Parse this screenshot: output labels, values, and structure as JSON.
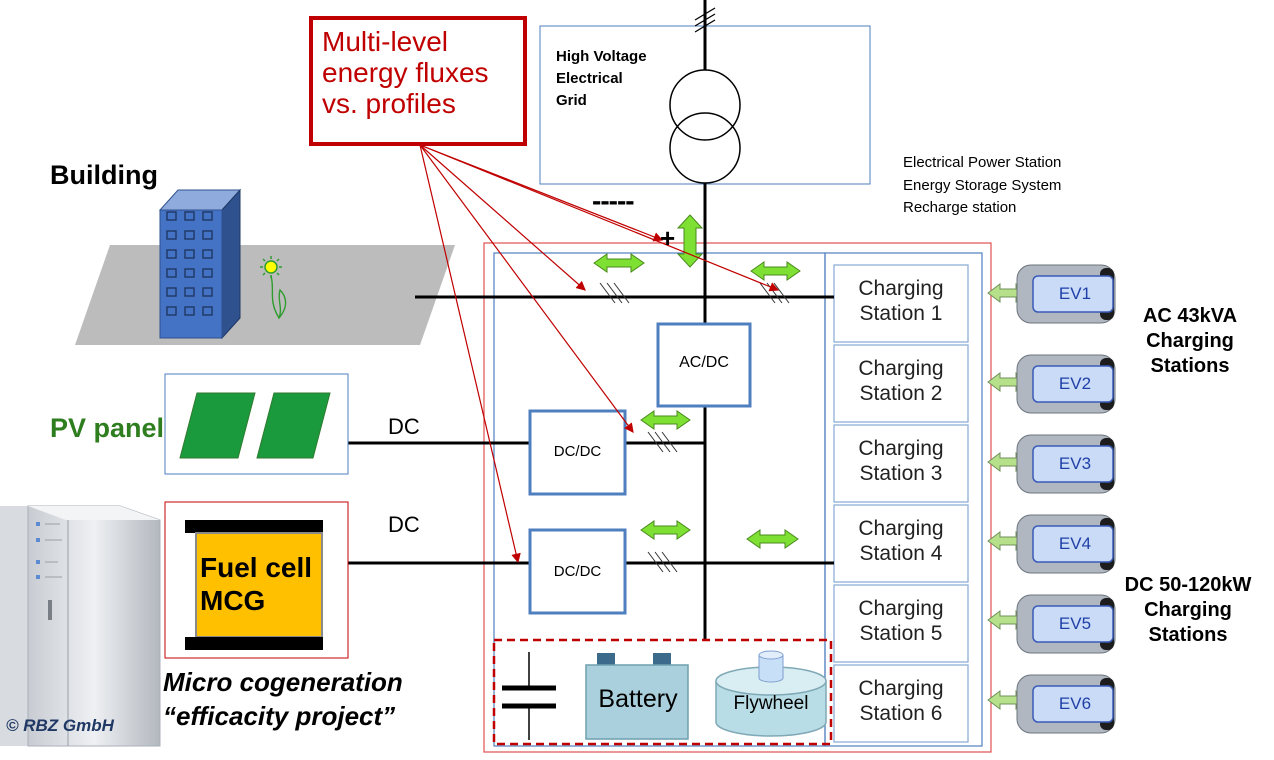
{
  "grid": {
    "title_line1": "High Voltage",
    "title_line2": "Electrical",
    "title_line3": "Grid"
  },
  "multilevel": {
    "line1": "Multi-level",
    "line2": "energy fluxes",
    "line3": "vs. profiles"
  },
  "station_info": {
    "line1": "Electrical Power Station",
    "line2": "Energy Storage System",
    "line3": "Recharge station"
  },
  "building": {
    "label": "Building"
  },
  "pv": {
    "label": "PV panel"
  },
  "dc_labels": {
    "pv_line": "DC",
    "fc_line": "DC"
  },
  "fuel_cell": {
    "line1": "Fuel cell",
    "line2": "MCG"
  },
  "micro": {
    "line1": "Micro cogeneration",
    "line2": "“efficacity project”"
  },
  "copyright": "© RBZ GmbH",
  "converters": {
    "acdc": "AC/DC",
    "dcdc1": "DC/DC",
    "dcdc2": "DC/DC"
  },
  "polarity": {
    "plus": "+",
    "minus": "-----"
  },
  "storage": {
    "battery": "Battery",
    "flywheel": "Flywheel"
  },
  "charging_stations": [
    {
      "line1": "Charging",
      "line2": "Station 1"
    },
    {
      "line1": "Charging",
      "line2": "Station 2"
    },
    {
      "line1": "Charging",
      "line2": "Station 3"
    },
    {
      "line1": "Charging",
      "line2": "Station 4"
    },
    {
      "line1": "Charging",
      "line2": "Station 5"
    },
    {
      "line1": "Charging",
      "line2": "Station 6"
    }
  ],
  "evs": [
    "EV1",
    "EV2",
    "EV3",
    "EV4",
    "EV5",
    "EV6"
  ],
  "ac_label": {
    "line1": "AC 43kVA",
    "line2": "Charging",
    "line3": "Stations"
  },
  "dc_label": {
    "line1": "DC 50-120kW",
    "line2": "Charging",
    "line3": "Stations"
  },
  "colors": {
    "red": "#c00000",
    "blue": "#4f7fbf",
    "green": "#7fe034",
    "pv_green": "#1a9a3c",
    "fuel_yellow": "#ffc000",
    "building_blue": "#4472c4",
    "label_green": "#2e7d1e",
    "dark_blue": "#1f3864"
  }
}
